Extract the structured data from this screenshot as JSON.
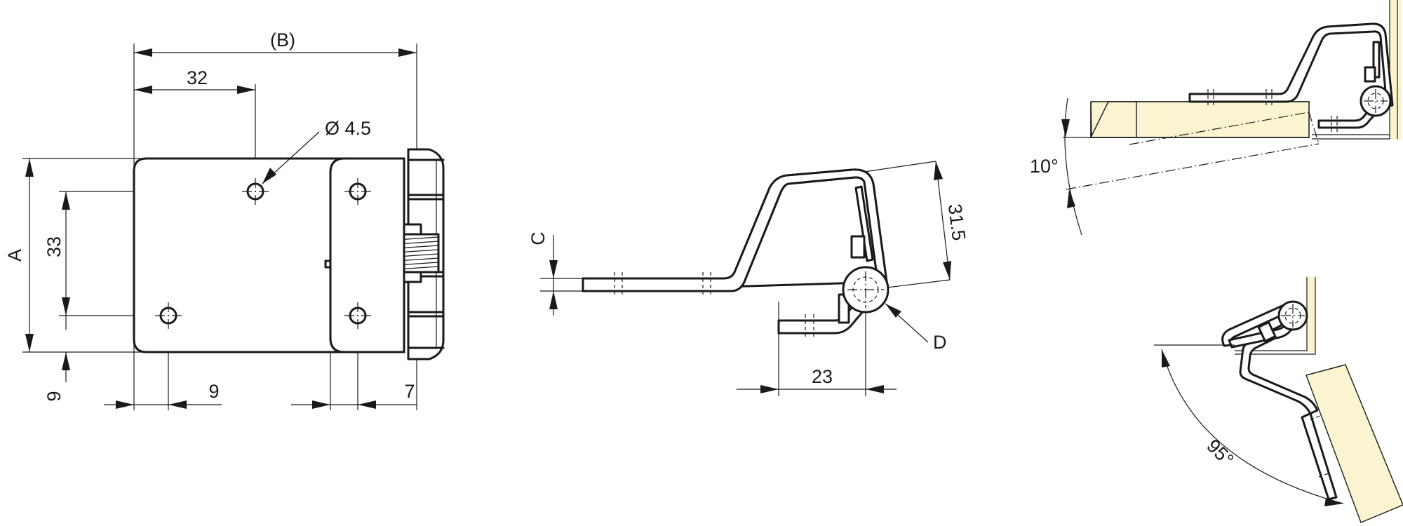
{
  "front_view": {
    "dim_overall_width": "(B)",
    "dim_hole_offset": "32",
    "dim_hole_diameter": "Ø 4.5",
    "dim_height": "A",
    "dim_hole_spacing": "33",
    "dim_bottom_offset": "9",
    "dim_left_offset": "9",
    "dim_leaf_offset": "7"
  },
  "side_view": {
    "dim_thickness": "C",
    "dim_height": "31.5",
    "dim_width": "23",
    "label_pin": "D"
  },
  "detail_top": {
    "angle_label": "10°"
  },
  "detail_bottom": {
    "angle_label": "95°"
  },
  "colors": {
    "line": "#1a1a1a",
    "wood": "#fbf4d0",
    "background": "#ffffff"
  }
}
